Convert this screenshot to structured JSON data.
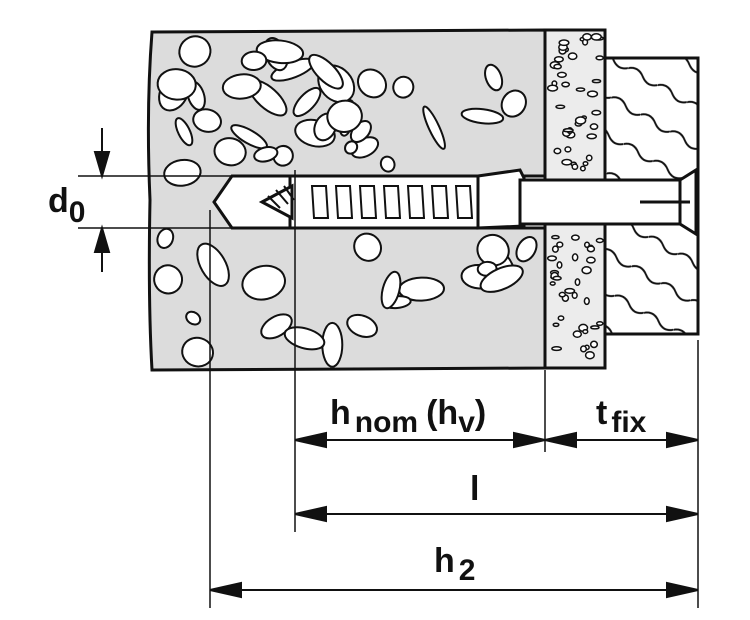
{
  "labels": {
    "d": "d",
    "d_sub": "0",
    "h": "h",
    "h_sub": "nom",
    "hv_open": "(h",
    "hv_sub": "v",
    "hv_close": ")",
    "t": "t",
    "t_sub": "fix",
    "l": "l",
    "h2": "h",
    "h2_sub": "2"
  },
  "colors": {
    "line": "#111111",
    "concrete_fill": "#dcdcdc",
    "plaster_fill": "#ececec",
    "fixture_fill": "#f4f4f4",
    "anchor_fill": "#ffffff"
  }
}
